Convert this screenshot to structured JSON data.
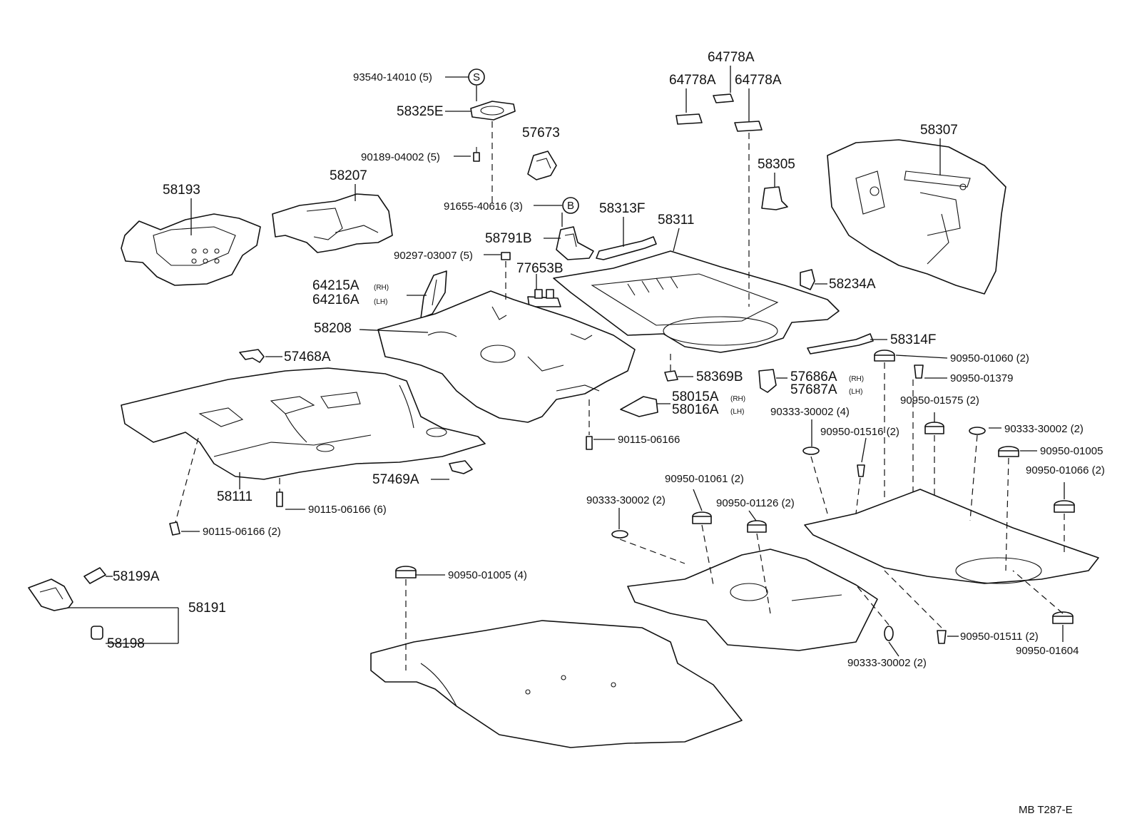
{
  "labels": {
    "p93540": "93540-14010 (5)",
    "p58325e": "58325E",
    "p90189": "90189-04002 (5)",
    "p57673": "57673",
    "p91655": "91655-40616 (3)",
    "p58791b": "58791B",
    "p90297": "90297-03007 (5)",
    "p77653b": "77653B",
    "p58193": "58193",
    "p58207": "58207",
    "p64215a": "64215A",
    "p64216a": "64216A",
    "p58208": "58208",
    "p57468a": "57468A",
    "p58111": "58111",
    "p57469a": "57469A",
    "p90115_6": "90115-06166 (6)",
    "p90115_2": "90115-06166 (2)",
    "p90115": "90115-06166",
    "p58199a": "58199A",
    "p58191": "58191",
    "p58198": "58198",
    "p64778a_top": "64778A",
    "p64778a_l": "64778A",
    "p64778a_r": "64778A",
    "p58305": "58305",
    "p58307": "58307",
    "p58313f": "58313F",
    "p58311": "58311",
    "p58234a": "58234A",
    "p58314f": "58314F",
    "p58369b": "58369B",
    "p57686a": "57686A",
    "p57687a": "57687A",
    "p58015a": "58015A",
    "p58016a": "58016A",
    "p90950_01060": "90950-01060 (2)",
    "p90950_01379": "90950-01379",
    "p90950_01575": "90950-01575 (2)",
    "p90333_4": "90333-30002 (4)",
    "p90950_01516": "90950-01516 (2)",
    "p90333_r": "90333-30002 (2)",
    "p90950_01005r": "90950-01005",
    "p90950_01066": "90950-01066 (2)",
    "p90950_01061": "90950-01061 (2)",
    "p90333_l": "90333-30002 (2)",
    "p90950_01126": "90950-01126 (2)",
    "p90950_01005_4": "90950-01005 (4)",
    "p90950_01511": "90950-01511 (2)",
    "p90333_b": "90333-30002 (2)",
    "p90950_01604": "90950-01604",
    "footer": "MB  T287-E"
  },
  "side": {
    "rh": "(RH)",
    "lh": "(LH)"
  },
  "markers": {
    "s": "S",
    "b": "B"
  }
}
